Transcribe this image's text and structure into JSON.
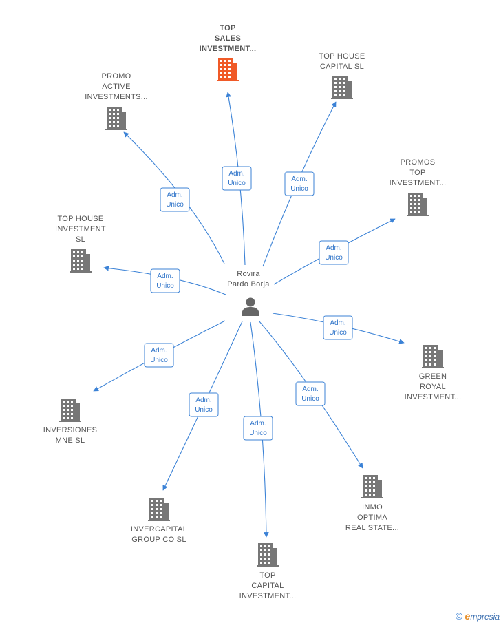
{
  "center": {
    "label_lines": [
      "Rovira",
      "Pardo Borja"
    ]
  },
  "edge_label": [
    "Adm.",
    "Unico"
  ],
  "nodes": [
    {
      "id": "top-sales-investment",
      "label_lines": [
        "TOP",
        "SALES",
        "INVESTMENT..."
      ],
      "highlight": true
    },
    {
      "id": "top-house-capital-sl",
      "label_lines": [
        "TOP HOUSE",
        "CAPITAL  SL"
      ],
      "highlight": false
    },
    {
      "id": "promo-active-investments",
      "label_lines": [
        "PROMO",
        "ACTIVE",
        "INVESTMENTS..."
      ],
      "highlight": false
    },
    {
      "id": "promos-top-investment",
      "label_lines": [
        "PROMOS",
        "TOP",
        "INVESTMENT..."
      ],
      "highlight": false
    },
    {
      "id": "top-house-investment-sl",
      "label_lines": [
        "TOP HOUSE",
        "INVESTMENT",
        "SL"
      ],
      "highlight": false
    },
    {
      "id": "green-royal-investment",
      "label_lines": [
        "GREEN",
        "ROYAL",
        "INVESTMENT..."
      ],
      "highlight": false
    },
    {
      "id": "inversiones-mne-sl",
      "label_lines": [
        "INVERSIONES",
        "MNE  SL"
      ],
      "highlight": false
    },
    {
      "id": "inmo-optima-real-state",
      "label_lines": [
        "INMO",
        "OPTIMA",
        "REAL STATE..."
      ],
      "highlight": false
    },
    {
      "id": "invercapital-group-co-sl",
      "label_lines": [
        "INVERCAPITAL",
        "GROUP CO  SL"
      ],
      "highlight": false
    },
    {
      "id": "top-capital-investment",
      "label_lines": [
        "TOP",
        "CAPITAL",
        "INVESTMENT..."
      ],
      "highlight": false
    }
  ],
  "colors": {
    "edge": "#3b82d6",
    "building": "#777777",
    "highlight_building": "#f05a28",
    "person": "#666666"
  },
  "footer": {
    "copyright": "©",
    "brand_initial": "e",
    "brand_rest": "mpresia"
  }
}
